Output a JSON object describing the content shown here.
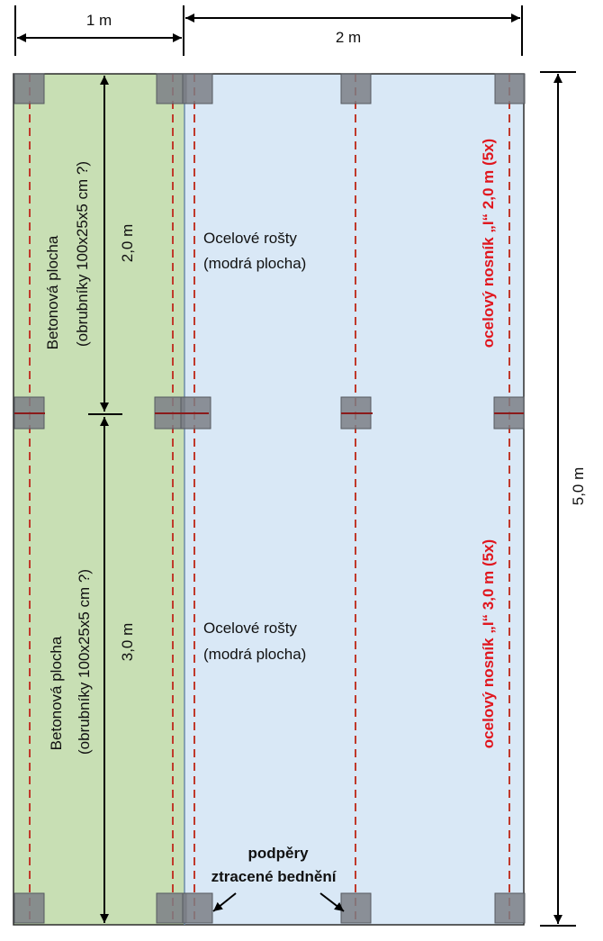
{
  "dimensions": {
    "top_left": "1 m",
    "top_right": "2 m",
    "right_total": "5,0 m",
    "upper_section": "2,0 m",
    "lower_section": "3,0 m"
  },
  "concrete_area": {
    "upper_line1": "Betonová plocha",
    "upper_line2": "(obrubníky 100x25x5 cm ?)",
    "lower_line1": "Betonová plocha",
    "lower_line2": "(obrubníky 100x25x5 cm ?)"
  },
  "steel_grating": {
    "upper_line1": "Ocelové rošty",
    "upper_line2": "(modrá plocha)",
    "lower_line1": "Ocelové rošty",
    "lower_line2": "(modrá plocha)"
  },
  "beams": {
    "upper": "ocelový nosník „I“ 2,0 m (5x)",
    "lower": "ocelový nosník „I“ 3,0 m (5x)"
  },
  "supports": {
    "line1": "podpěry",
    "line2": "ztracené bednění"
  },
  "colors": {
    "concrete_fill": "#c8dfb4",
    "grating_fill": "#d9e8f6",
    "beam_line": "#c0392b",
    "label_red": "#e0161e",
    "support_fill": "#7b7f86"
  }
}
